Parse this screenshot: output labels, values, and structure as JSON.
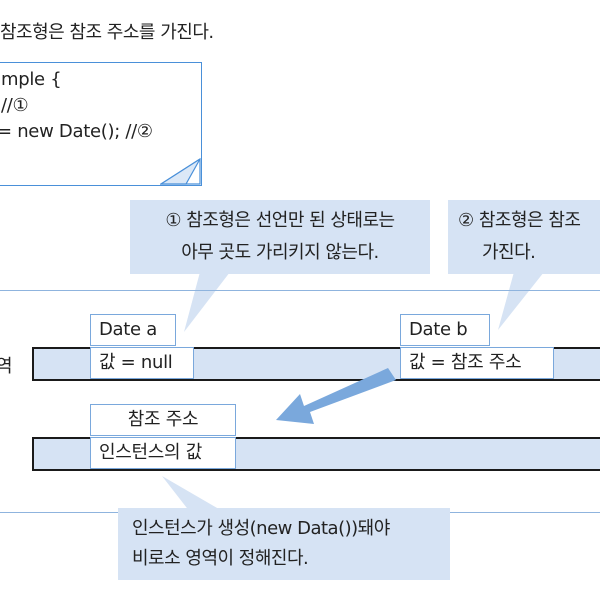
{
  "heading": "참조형은 참조 주소를 가진다.",
  "code": {
    "lines": [
      "mple {",
      "    //①",
      "= new Date();  //②"
    ]
  },
  "callouts": {
    "c1": [
      "① 참조형은 선언만 된 상태로는",
      "아무 곳도 가리키지 않는다."
    ],
    "c2": [
      "② 참조형은 참조",
      "가진다."
    ]
  },
  "memory": {
    "label": "역",
    "var_a": {
      "name": "Date a",
      "value": "값 = null"
    },
    "var_b": {
      "name": "Date b",
      "value": "값 = 참조 주소"
    },
    "instance": {
      "name": "참조 주소",
      "value": "인스턴스의 값"
    }
  },
  "note": [
    "인스턴스가 생성(new Data())돼야",
    "비로소 영역이 정해진다."
  ],
  "colors": {
    "callout_bg": "#d6e3f4",
    "accent_blue": "#4a90d9",
    "arrow": "#7aa8dc",
    "bar_border": "#1a1a1a"
  }
}
